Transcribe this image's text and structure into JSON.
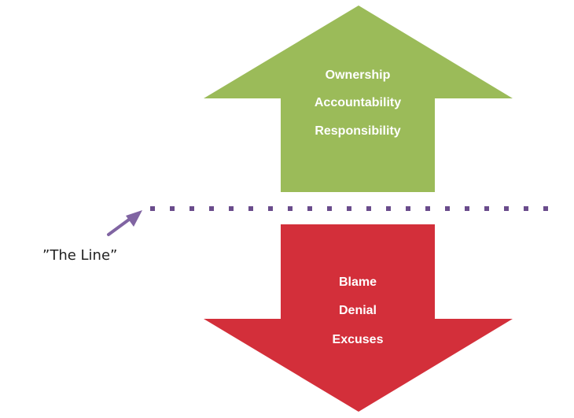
{
  "up_arrow": {
    "color": "#9bbb59",
    "items": [
      "Ownership",
      "Accountability",
      "Responsibility"
    ]
  },
  "down_arrow": {
    "color": "#d32f3a",
    "items": [
      "Blame",
      "Denial",
      "Excuses"
    ]
  },
  "divider": {
    "color": "#6a4c8c",
    "style": "dotted"
  },
  "pointer": {
    "color": "#8064a2",
    "label": "”The Line”"
  }
}
